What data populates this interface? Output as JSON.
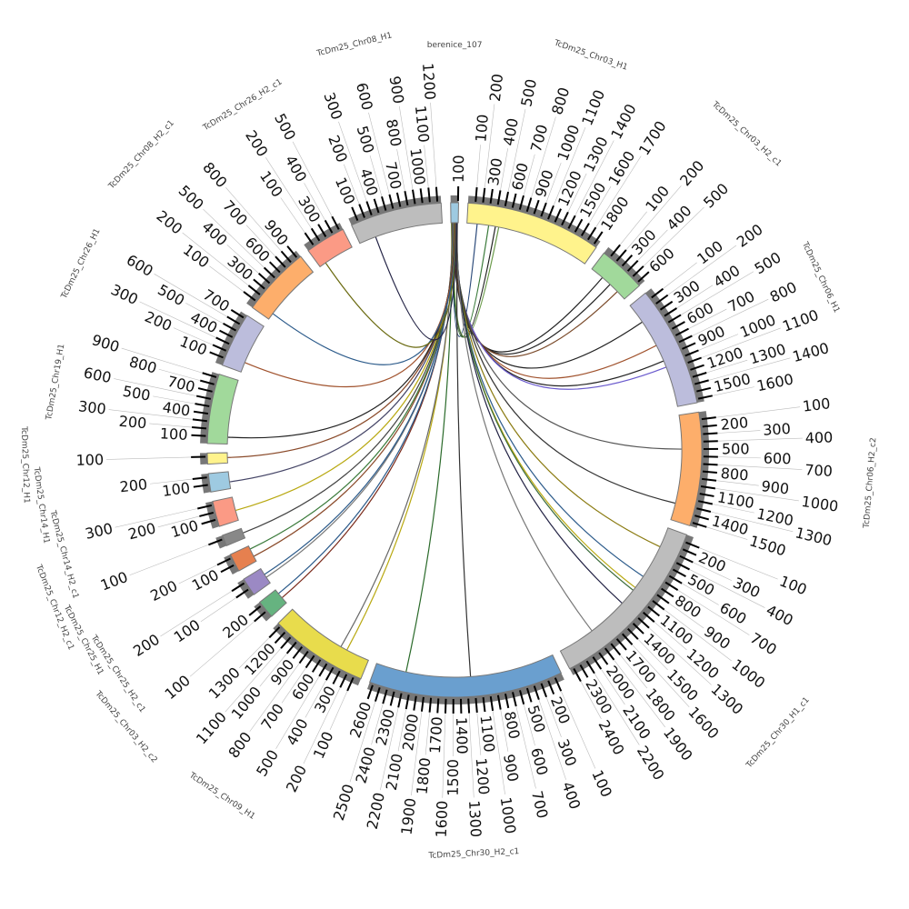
{
  "diagram": {
    "type": "circos",
    "tick_step": 100,
    "segments": [
      {
        "name": "berenice_107",
        "length": 107,
        "color": "#9ecae1"
      },
      {
        "name": "TcDm25_Chr03_H1",
        "length": 1850,
        "color": "#fff38c"
      },
      {
        "name": "TcDm25_Chr03_H2_c1",
        "length": 650,
        "color": "#a1d99b"
      },
      {
        "name": "TcDm25_Chr06_H1",
        "length": 1650,
        "color": "#bcbddc"
      },
      {
        "name": "TcDm25_Chr06_H2_c2",
        "length": 1550,
        "color": "#fdae6b"
      },
      {
        "name": "TcDm25_Chr30_H1_c1",
        "length": 2450,
        "color": "#bdbdbd"
      },
      {
        "name": "TcDm25_Chr30_H2_c1",
        "length": 2650,
        "color": "#6a9fcf"
      },
      {
        "name": "TcDm25_Chr09_H1",
        "length": 1350,
        "color": "#e8dc4c"
      },
      {
        "name": "TcDm25_Chr03_H2_c2",
        "length": 250,
        "color": "#66b380"
      },
      {
        "name": "TcDm25_Chr25_H2_c1",
        "length": 250,
        "color": "#9b89c4"
      },
      {
        "name": "TcDm25_Chr25_H1",
        "length": 250,
        "color": "#e6804f"
      },
      {
        "name": "TcDm25_Chr12_H2_c1",
        "length": 150,
        "color": "#888888"
      },
      {
        "name": "TcDm25_Chr14_H2_c1",
        "length": 350,
        "color": "#fb9a85"
      },
      {
        "name": "TcDm25_Chr14_H1",
        "length": 250,
        "color": "#9ecae1"
      },
      {
        "name": "TcDm25_Chr12_H1",
        "length": 150,
        "color": "#fff38c"
      },
      {
        "name": "TcDm25_Chr19_H1",
        "length": 950,
        "color": "#a1d99b"
      },
      {
        "name": "TcDm25_Chr26_H1",
        "length": 750,
        "color": "#bcbddc"
      },
      {
        "name": "TcDm25_Chr08_H2_c1",
        "length": 950,
        "color": "#fdae6b"
      },
      {
        "name": "TcDm25_Chr26_H2_c1",
        "length": 550,
        "color": "#fb9a85"
      },
      {
        "name": "TcDm25_Chr08_H1",
        "length": 1250,
        "color": "#bdbdbd"
      }
    ],
    "links": [
      {
        "to": 1,
        "pos": 150,
        "color": "#2b4a7a"
      },
      {
        "to": 1,
        "pos": 320,
        "color": "#3a7a3a"
      },
      {
        "to": 1,
        "pos": 420,
        "color": "#222222"
      },
      {
        "to": 1,
        "pos": 470,
        "color": "#6a9a4a"
      },
      {
        "to": 2,
        "pos": 200,
        "color": "#222222"
      },
      {
        "to": 2,
        "pos": 350,
        "color": "#222222"
      },
      {
        "to": 2,
        "pos": 500,
        "color": "#7a4a2a"
      },
      {
        "to": 3,
        "pos": 300,
        "color": "#222222"
      },
      {
        "to": 3,
        "pos": 700,
        "color": "#a0522d"
      },
      {
        "to": 3,
        "pos": 950,
        "color": "#222222"
      },
      {
        "to": 3,
        "pos": 1050,
        "color": "#6a5acd"
      },
      {
        "to": 4,
        "pos": 500,
        "color": "#555555"
      },
      {
        "to": 4,
        "pos": 1300,
        "color": "#333333"
      },
      {
        "to": 5,
        "pos": 300,
        "color": "#8a7a10"
      },
      {
        "to": 5,
        "pos": 800,
        "color": "#2b5a8a"
      },
      {
        "to": 5,
        "pos": 1000,
        "color": "#b8a810"
      },
      {
        "to": 5,
        "pos": 1050,
        "color": "#3a6a3a"
      },
      {
        "to": 5,
        "pos": 1300,
        "color": "#222244"
      },
      {
        "to": 5,
        "pos": 1900,
        "color": "#777777"
      },
      {
        "to": 6,
        "pos": 1250,
        "color": "#333333"
      },
      {
        "to": 6,
        "pos": 2200,
        "color": "#2a6a2a"
      },
      {
        "to": 7,
        "pos": 350,
        "color": "#b8a810"
      },
      {
        "to": 7,
        "pos": 450,
        "color": "#666666"
      },
      {
        "to": 8,
        "pos": 100,
        "color": "#7a2a1a"
      },
      {
        "to": 8,
        "pos": 180,
        "color": "#2b5a8a"
      },
      {
        "to": 9,
        "pos": 100,
        "color": "#777777"
      },
      {
        "to": 9,
        "pos": 150,
        "color": "#2b5a8a"
      },
      {
        "to": 10,
        "pos": 80,
        "color": "#8a4a2a"
      },
      {
        "to": 10,
        "pos": 200,
        "color": "#3a7a3a"
      },
      {
        "to": 11,
        "pos": 80,
        "color": "#444444"
      },
      {
        "to": 12,
        "pos": 150,
        "color": "#b8a810"
      },
      {
        "to": 13,
        "pos": 100,
        "color": "#444466"
      },
      {
        "to": 14,
        "pos": 80,
        "color": "#8a4a2a"
      },
      {
        "to": 15,
        "pos": 100,
        "color": "#222222"
      },
      {
        "to": 16,
        "pos": 150,
        "color": "#a0522d"
      },
      {
        "to": 17,
        "pos": 100,
        "color": "#2b5a8a"
      },
      {
        "to": 18,
        "pos": 100,
        "color": "#6a6a10"
      },
      {
        "to": 19,
        "pos": 250,
        "color": "#222244"
      }
    ]
  }
}
